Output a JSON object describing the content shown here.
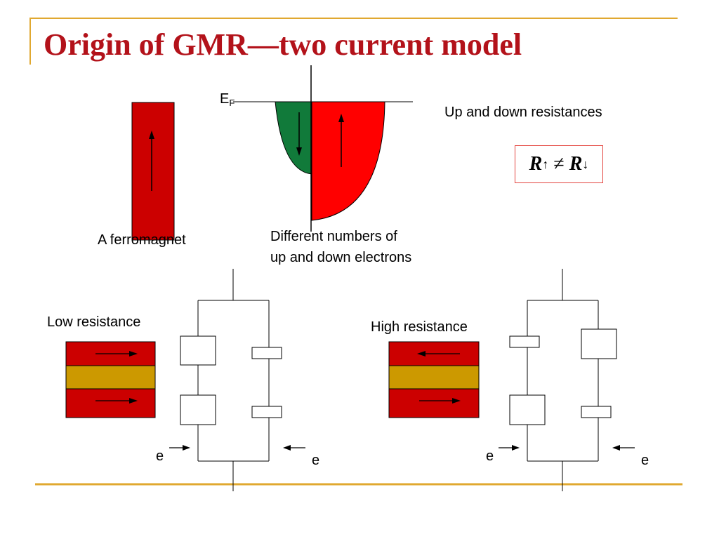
{
  "slide": {
    "title": "Origin of GMR—two current model",
    "fermi_label": {
      "main": "E",
      "sub": "F"
    },
    "resistance_caption": "Up and down resistances",
    "equation": {
      "lhs": "R",
      "lhs_sub": "↑",
      "relation": "≠",
      "rhs": "R",
      "rhs_sub": "↓"
    },
    "ferromagnet_label": "A ferromagnet",
    "bands_label": [
      "Different numbers of",
      "up and down electrons"
    ],
    "low_resistance_label": "Low resistance",
    "high_resistance_label": "High resistance",
    "electron_label": "e"
  },
  "colors": {
    "title": "#b3121a",
    "accent_line": "#e0a830",
    "ferromagnet": "#cc0000",
    "spin_up_band": "#ff0000",
    "spin_down_band": "#117a3a",
    "spacer": "#cc9900",
    "equation_border": "#e4453f"
  },
  "icons": [
    "up-arrow-icon",
    "down-arrow-icon",
    "right-arrow-icon",
    "left-arrow-icon"
  ]
}
